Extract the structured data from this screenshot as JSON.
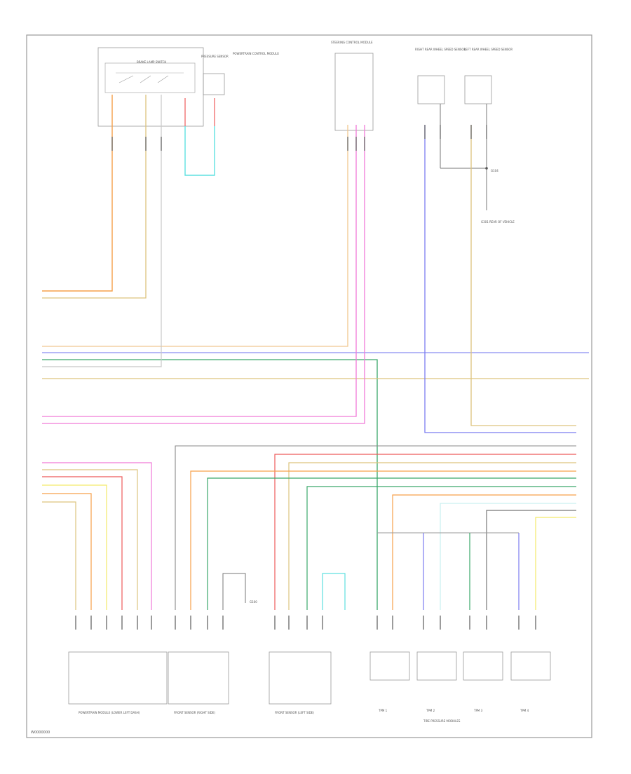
{
  "page_code": "W0000000",
  "colors": {
    "orange": "#f6a04a",
    "tan": "#ddc47e",
    "pink": "#f07ad8",
    "blue": "#7b7cf0",
    "green": "#3aa86a",
    "red": "#ee5a5a",
    "cyan": "#5fe0e0",
    "gray": "#777777",
    "yellow": "#f3ea6a"
  },
  "components": {
    "brake_pedal": "BRAKE LAMP SWITCH",
    "brake_aux": "PRESSURE SENSOR",
    "brake_note": "POWERTRAIN CONTROL MODULE",
    "steering": "STEERING CONTROL MODULE",
    "rear_wheel_sensor_right": "RIGHT REAR WHEEL SPEED SENSOR",
    "rear_wheel_sensor_left": "LEFT REAR WHEEL SPEED SENSOR",
    "ground_note": "G301 REAR OF VEHICLE",
    "pressure_module": "POWERTRAIN MODULE (LOWER LEFT DASH)",
    "front_sensor_right": "FRONT SENSOR (RIGHT SIDE)",
    "front_sensor_left": "FRONT SENSOR (LEFT SIDE)",
    "tpm_group": "TIRE PRESSURE MODULES",
    "ground_a": "G100",
    "ground_b": "G104",
    "tpm_1": "TPM 1",
    "tpm_2": "TPM 2",
    "tpm_3": "TPM 3",
    "tpm_4": "TPM 4"
  }
}
